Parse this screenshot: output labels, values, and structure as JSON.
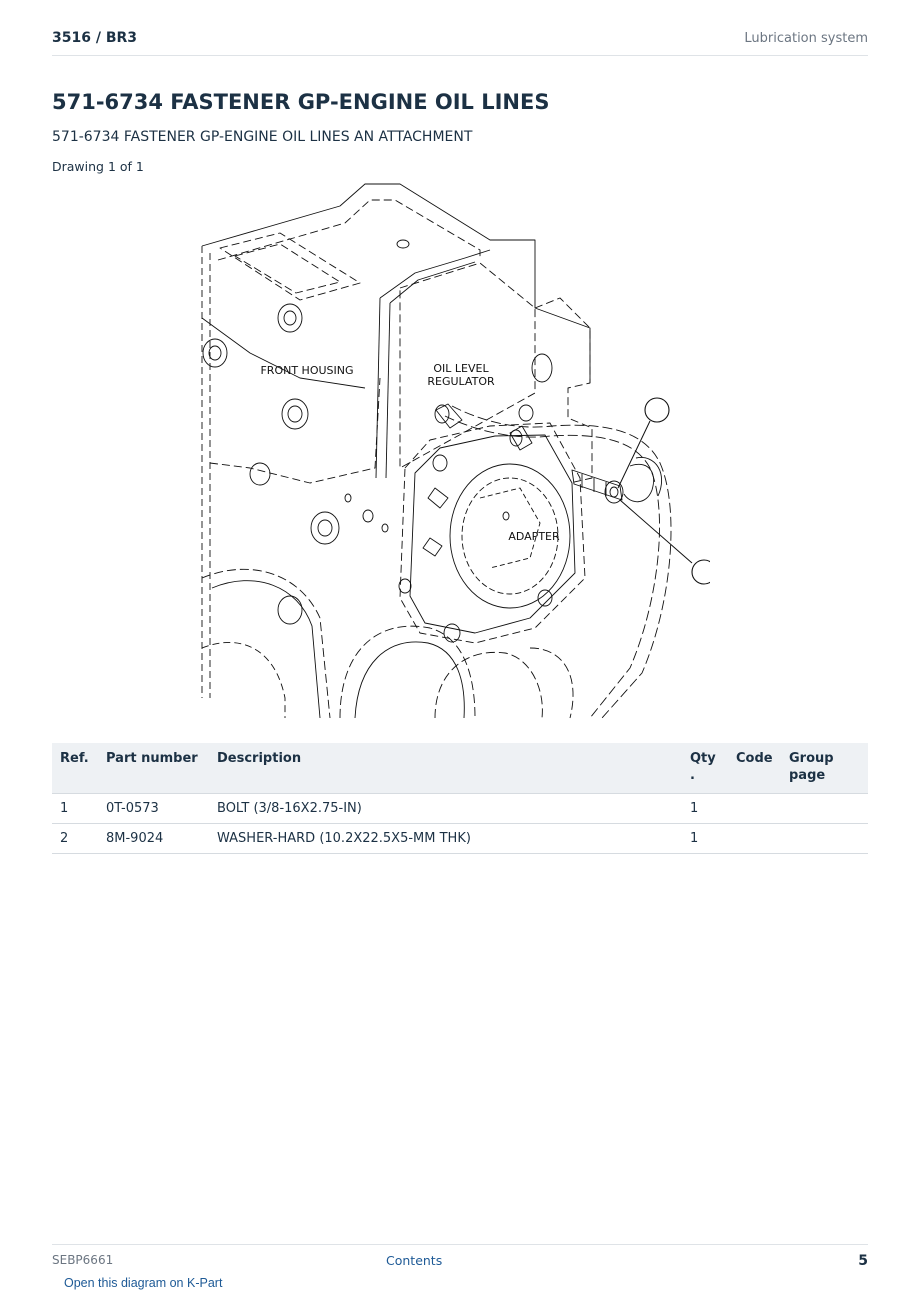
{
  "header": {
    "model": "3516  /  BR3",
    "section": "Lubrication system"
  },
  "title": "571-6734 FASTENER GP-ENGINE OIL LINES",
  "subtitle": "571-6734 FASTENER GP-ENGINE OIL LINES AN ATTACHMENT",
  "drawing_count": "Drawing 1 of 1",
  "diagram": {
    "labels": {
      "front_housing": "FRONT HOUSING",
      "oil_level_line1": "OIL LEVEL",
      "oil_level_line2": "REGULATOR",
      "adapter": "ADAPTER"
    }
  },
  "table": {
    "headers": {
      "ref": "Ref.",
      "part_number": "Part number",
      "description": "Description",
      "qty_line1": "Qty",
      "qty_line2": ".",
      "code": "Code",
      "group_line1": "Group",
      "group_line2": "page"
    },
    "rows": [
      {
        "ref": "1",
        "part_number": "0T-0573",
        "description": "BOLT (3/8-16X2.75-IN)",
        "qty": "1",
        "code": "",
        "group_page": ""
      },
      {
        "ref": "2",
        "part_number": "8M-9024",
        "description": "WASHER-HARD (10.2X22.5X5-MM THK)",
        "qty": "1",
        "code": "",
        "group_page": ""
      }
    ]
  },
  "footer": {
    "doc_id": "SEBP6661",
    "contents": "Contents",
    "page_number": "5"
  },
  "kpart_link": "Open this diagram on K-Part"
}
